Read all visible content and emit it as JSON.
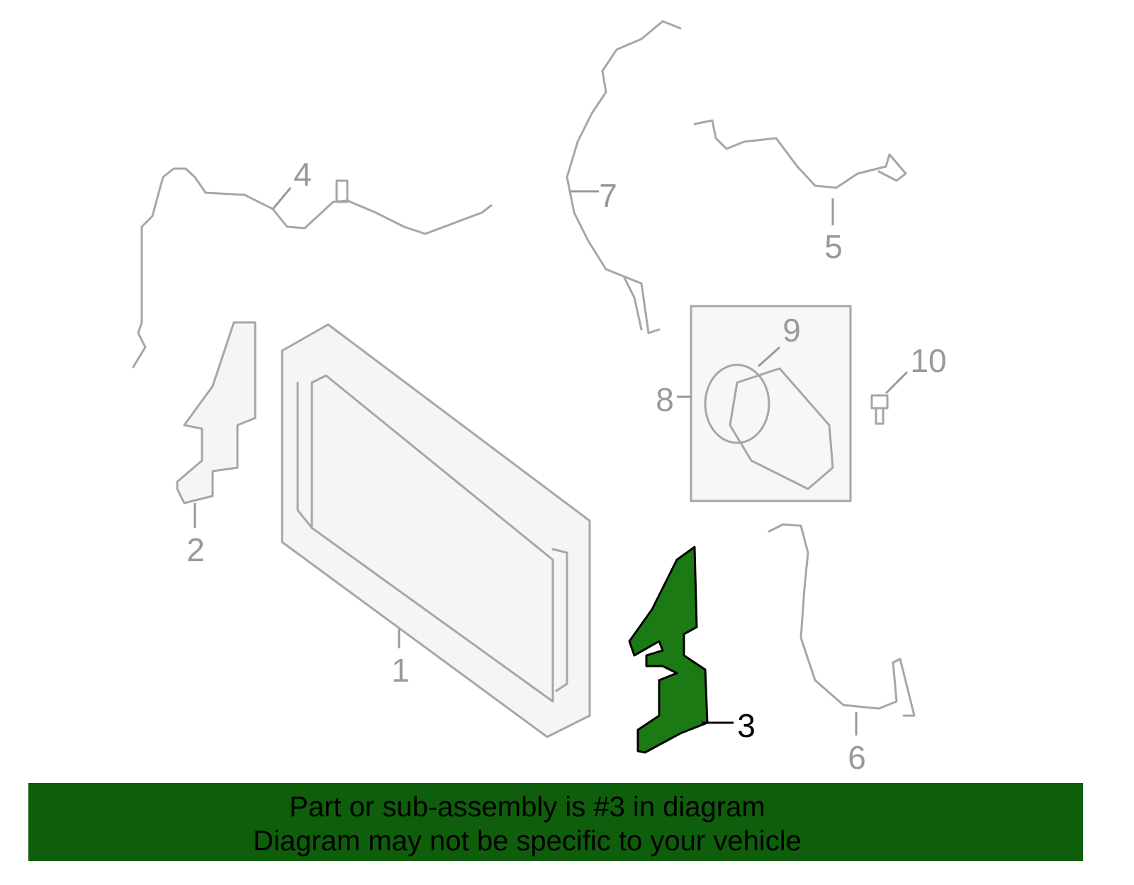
{
  "callouts": [
    "1",
    "2",
    "3",
    "4",
    "5",
    "6",
    "7",
    "8",
    "9",
    "10"
  ],
  "highlighted_part": "3",
  "colors": {
    "highlight": "#1b7a14",
    "banner": "#0f5e0c",
    "parts": "#a6a6a6"
  },
  "banner": {
    "line1": "Part or sub-assembly is #3 in diagram",
    "line2": "Diagram may not be specific to your vehicle"
  }
}
